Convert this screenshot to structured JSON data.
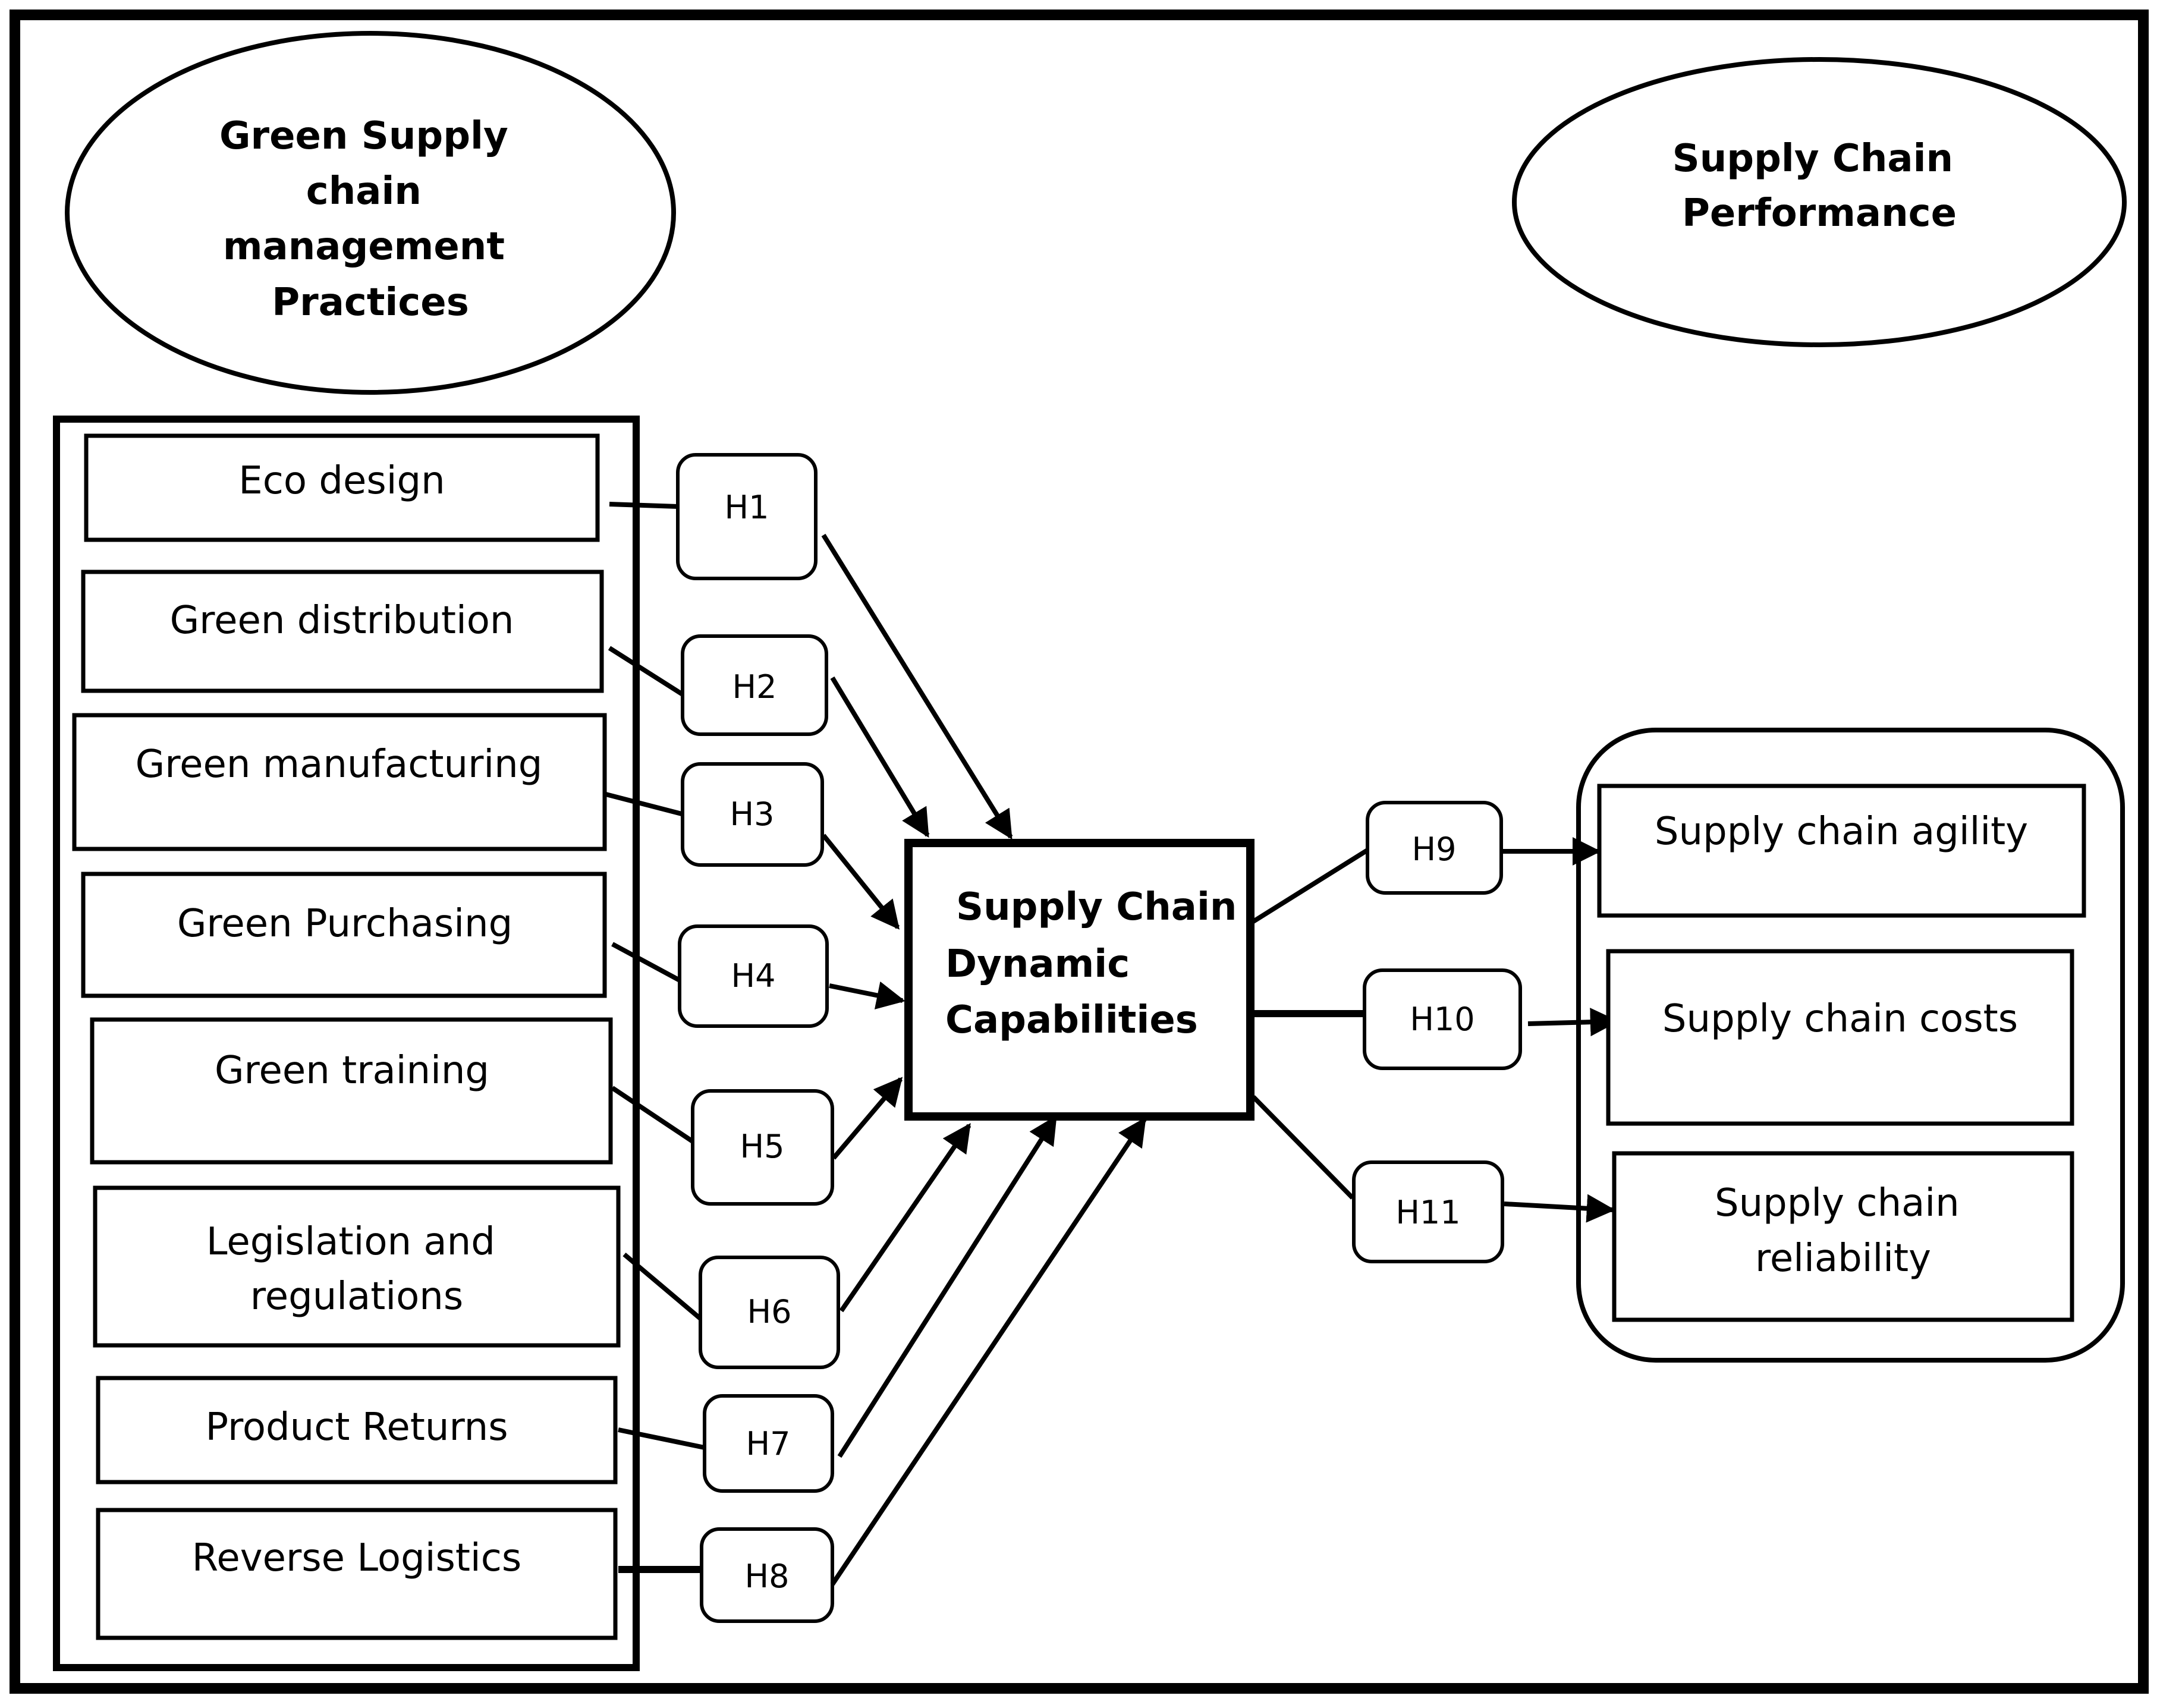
{
  "headers": {
    "gscm_lines": [
      "Green Supply",
      "chain",
      "management",
      "Practices"
    ],
    "scp_lines": [
      "Supply Chain",
      "Performance"
    ]
  },
  "practices": [
    {
      "label_lines": [
        "Eco design"
      ]
    },
    {
      "label_lines": [
        "Green distribution"
      ]
    },
    {
      "label_lines": [
        "Green manufacturing"
      ]
    },
    {
      "label_lines": [
        "Green Purchasing"
      ]
    },
    {
      "label_lines": [
        "Green training"
      ]
    },
    {
      "label_lines": [
        "Legislation and",
        "regulations"
      ]
    },
    {
      "label_lines": [
        "Product Returns"
      ]
    },
    {
      "label_lines": [
        "Reverse Logistics"
      ]
    }
  ],
  "hypotheses": [
    "H1",
    "H2",
    "H3",
    "H4",
    "H5",
    "H6",
    "H7",
    "H8",
    "H9",
    "H10",
    "H11"
  ],
  "center": {
    "lines": [
      "Supply Chain",
      "Dynamic",
      "Capabilities"
    ]
  },
  "outcomes": [
    {
      "label_lines": [
        "Supply chain agility"
      ]
    },
    {
      "label_lines": [
        "Supply chain costs"
      ]
    },
    {
      "label_lines": [
        "Supply chain",
        "reliability"
      ]
    }
  ]
}
